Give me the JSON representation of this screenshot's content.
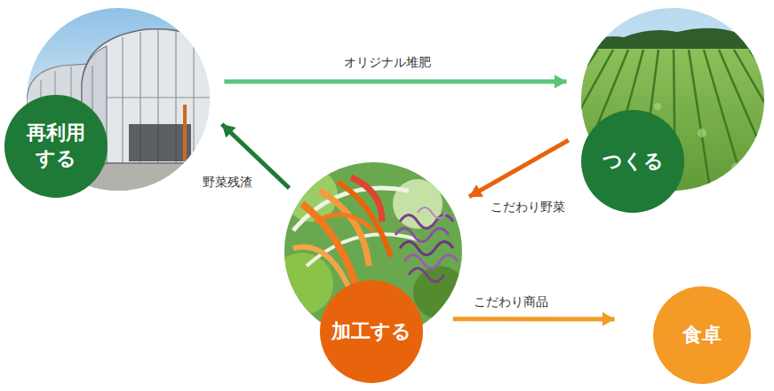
{
  "diagram": {
    "nodes": [
      {
        "text": [
          "再利用 する"
        ]
      },
      {
        "text": [
          "つくる"
        ]
      },
      {
        "text": [
          "加工する"
        ]
      },
      {
        "text": [
          "食卓"
        ]
      }
    ],
    "edges": [
      {
        "from": 0,
        "to": 1,
        "arrow": "to",
        "label": "オリジナル堆肥"
      },
      {
        "from": 1,
        "to": 2,
        "arrow": "to",
        "label": "こだわり野菜"
      },
      {
        "from": 2,
        "to": 0,
        "arrow": "to",
        "label": "野菜残渣"
      },
      {
        "from": 2,
        "to": 3,
        "arrow": "to",
        "label": "こだわり商品"
      }
    ]
  }
}
